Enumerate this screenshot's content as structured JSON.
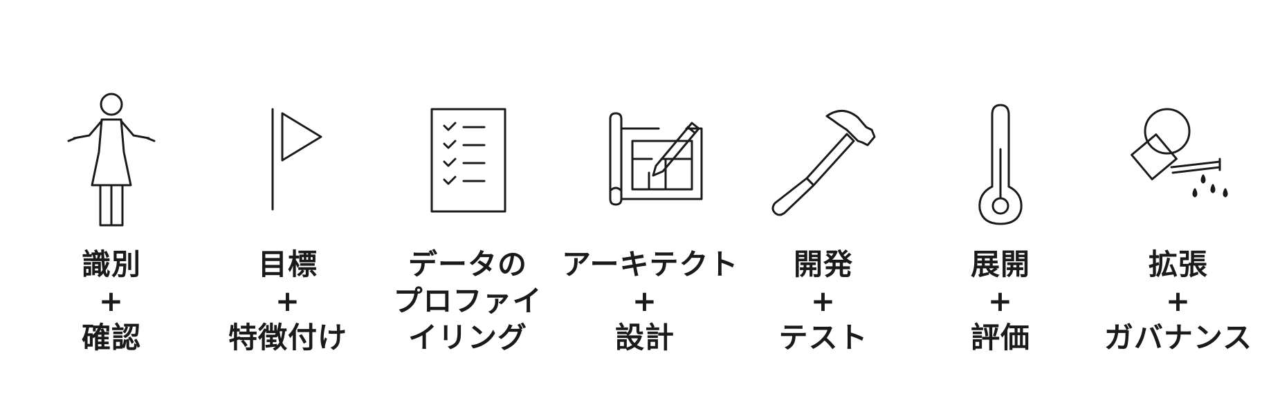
{
  "steps": [
    {
      "icon": "person-shrug-icon",
      "lines": [
        "識別",
        "+",
        "確認"
      ]
    },
    {
      "icon": "flag-icon",
      "lines": [
        "目標",
        "+",
        "特徴付け"
      ]
    },
    {
      "icon": "checklist-icon",
      "lines": [
        "データの",
        "プロファイ",
        "イリング"
      ]
    },
    {
      "icon": "blueprint-icon",
      "lines": [
        "アーキテクト",
        "+",
        "設計"
      ]
    },
    {
      "icon": "hammer-icon",
      "lines": [
        "開発",
        "+",
        "テスト"
      ]
    },
    {
      "icon": "thermometer-icon",
      "lines": [
        "展開",
        "+",
        "評価"
      ]
    },
    {
      "icon": "watering-can-icon",
      "lines": [
        "拡張",
        "+",
        "ガバナンス"
      ]
    }
  ]
}
